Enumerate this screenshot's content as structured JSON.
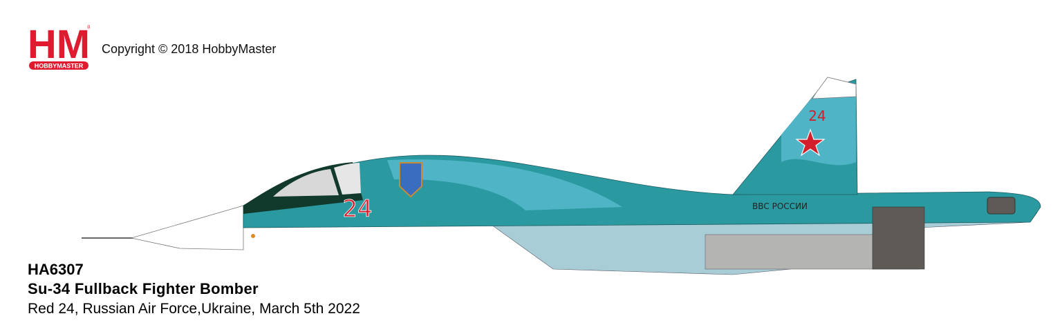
{
  "logo": {
    "letters": "HM",
    "subtitle": "HOBBYMASTER",
    "registered": "®",
    "color": "#e01b2f"
  },
  "copyright": "Copyright © 2018 HobbyMaster",
  "product": {
    "code": "HA6307",
    "name": "Su-34 Fullback Fighter Bomber",
    "description": "Red 24, Russian Air Force,Ukraine, March 5th 2022"
  },
  "aircraft": {
    "side_number": "24",
    "tail_number": "24",
    "fuselage_text": "ВВС РОССИИ",
    "colors": {
      "camo_light": "#4fb4c6",
      "camo_dark": "#2a9aa0",
      "underside": "#a9cdd6",
      "nose": "#ffffff",
      "canopy_frame": "#123a2c",
      "marking_red": "#d21f2b",
      "nozzle": "#5e5a56",
      "pylon_grey": "#b4b4b2"
    }
  }
}
